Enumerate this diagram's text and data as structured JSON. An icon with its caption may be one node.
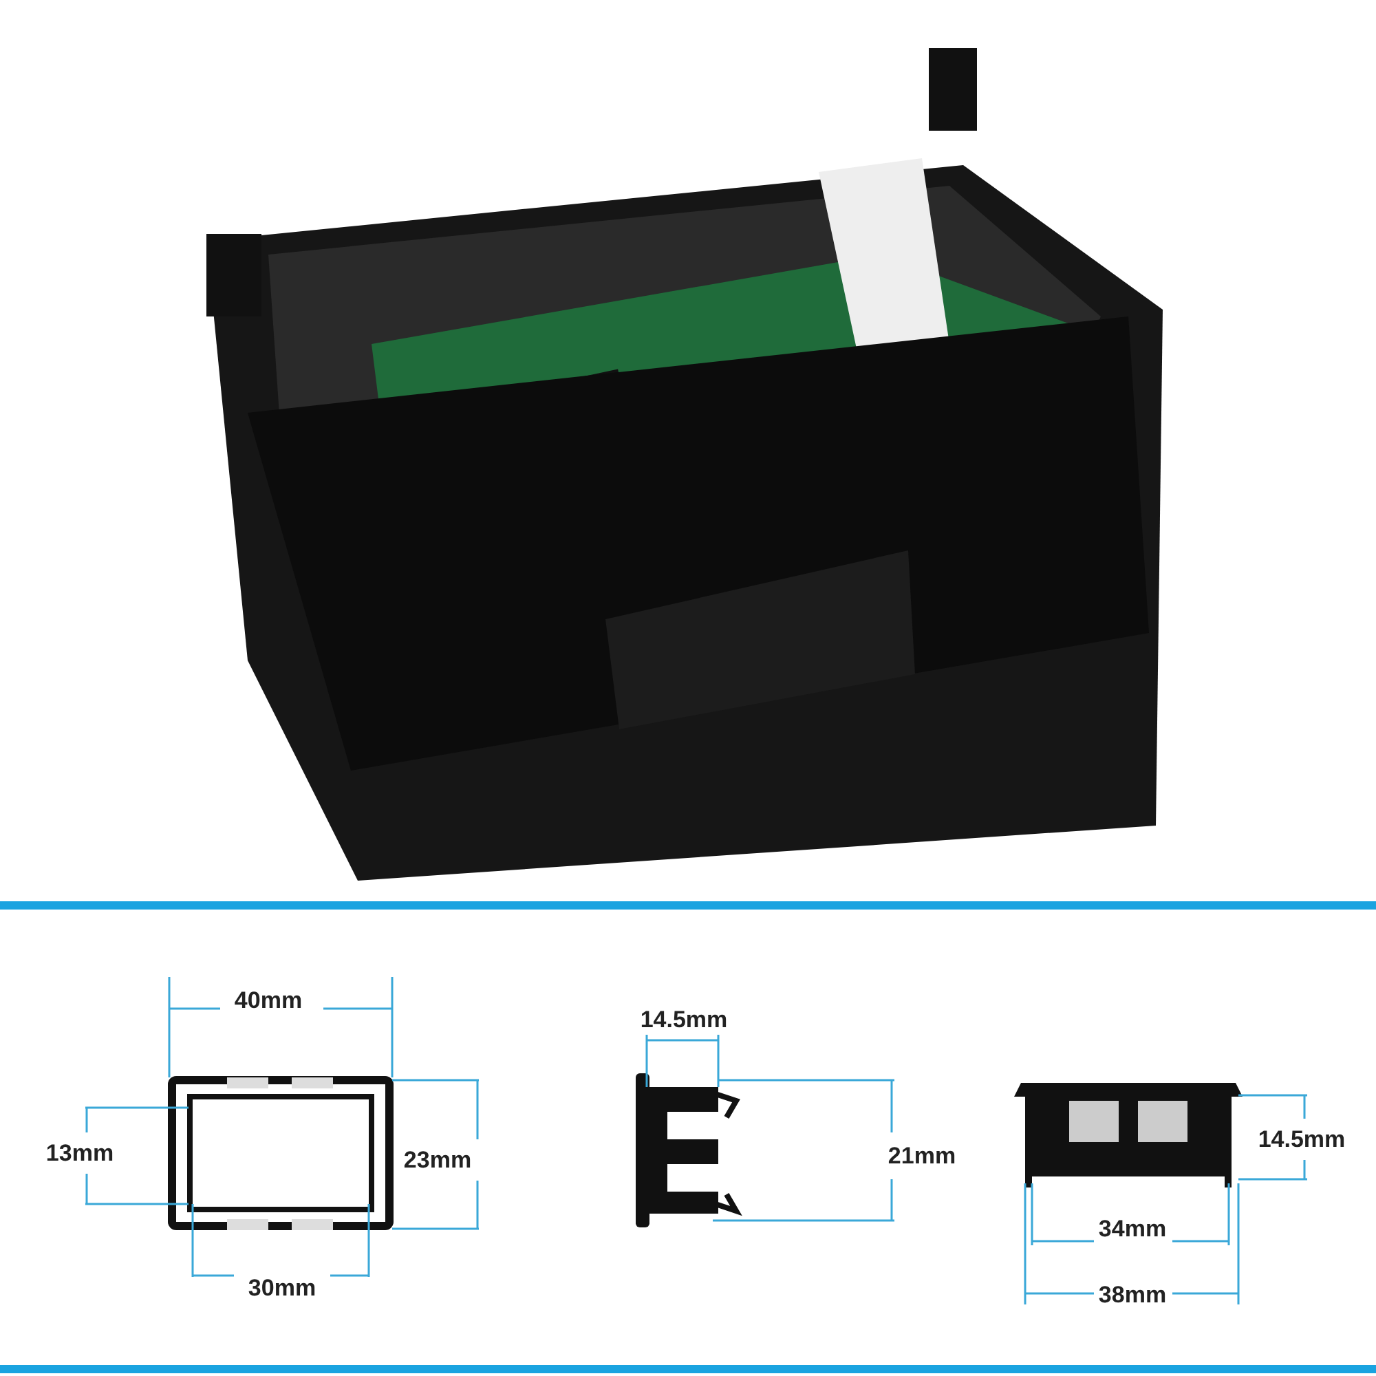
{
  "diagram": {
    "labels": [
      "40mm",
      "13mm",
      "23mm",
      "30mm",
      "14.5mm",
      "21mm",
      "14.5mm",
      "34mm",
      "38mm"
    ]
  }
}
